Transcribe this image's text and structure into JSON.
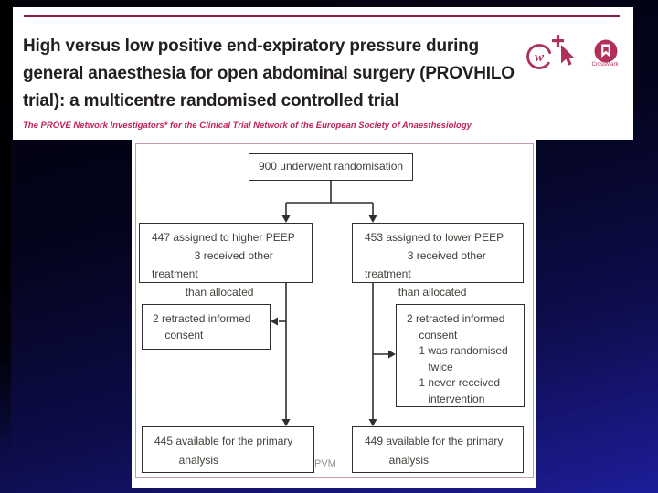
{
  "paper_header": {
    "title": "High versus low positive end-expiratory pressure during general anaesthesia for open abdominal surgery (PROVHILO trial): a multicentre randomised controlled trial",
    "authors": "The PROVE Network Investigators* for the Clinical Trial Network of the European Society of Anaesthesiology",
    "crossmark_label": "CrossMark"
  },
  "footer": {
    "label": "PVM"
  },
  "colors": {
    "header_rule": "#93194a",
    "title_text": "#231f20",
    "author_text": "#c02359",
    "icon_crimson": "#b03058",
    "figure_border": "#c79bb1",
    "box_border": "#2f2f2f",
    "background_navy_bottom": "#1d1d99",
    "background_top": "#010108"
  },
  "flow_diagram": {
    "type": "consort-flowchart",
    "boxes": {
      "randomised": {
        "text": "900 underwent randomisation"
      },
      "higher_peep": {
        "text": "447 assigned to higher PEEP\n              3 received other treatment\n           than allocated"
      },
      "lower_peep": {
        "text": "453 assigned to lower PEEP\n              3 received other treatment\n           than allocated"
      },
      "retracted_left": {
        "text": "2 retracted informed\n    consent"
      },
      "retracted_right": {
        "text": "2 retracted informed\n    consent\n    1 was randomised\n       twice\n    1 never received\n       intervention"
      },
      "primary_left": {
        "text": "445 available for the primary\n        analysis"
      },
      "primary_right": {
        "text": "449 available for the primary\n        analysis"
      }
    }
  }
}
